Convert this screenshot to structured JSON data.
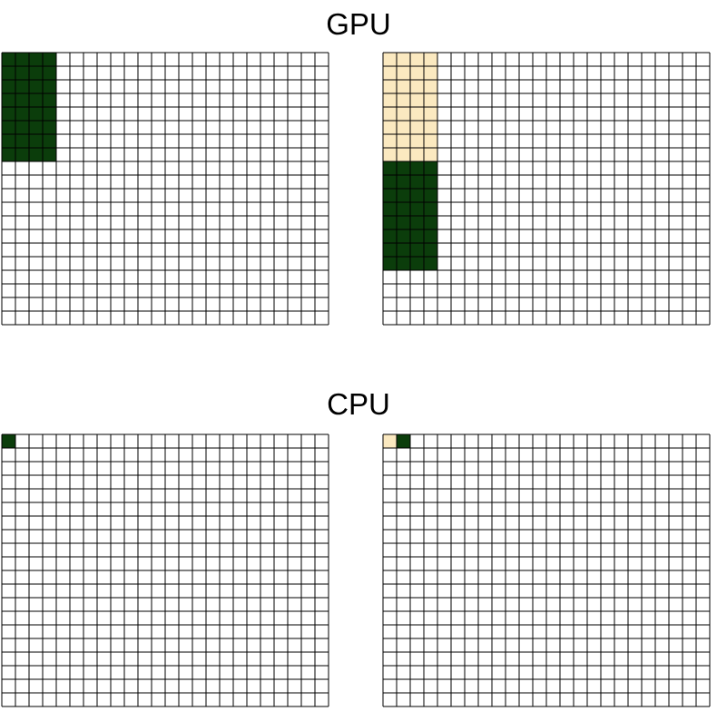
{
  "sections": {
    "gpu": {
      "title": "GPU"
    },
    "cpu": {
      "title": "CPU"
    }
  },
  "grid": {
    "cols": 24,
    "rows": 20
  },
  "colors": {
    "active": "#0b3d0b",
    "previous": "#fbe9c0",
    "empty": "#ffffff",
    "line": "#000000"
  },
  "grids": [
    {
      "id": "grid-gpu-left",
      "label": "gpu-step-1",
      "blocks": [
        {
          "col": 0,
          "row": 0,
          "w": 4,
          "h": 8,
          "state": "active"
        }
      ]
    },
    {
      "id": "grid-gpu-right",
      "label": "gpu-step-2",
      "blocks": [
        {
          "col": 0,
          "row": 0,
          "w": 4,
          "h": 8,
          "state": "previous"
        },
        {
          "col": 0,
          "row": 8,
          "w": 4,
          "h": 8,
          "state": "active"
        }
      ]
    },
    {
      "id": "grid-cpu-left",
      "label": "cpu-step-1",
      "blocks": [
        {
          "col": 0,
          "row": 0,
          "w": 1,
          "h": 1,
          "state": "active"
        }
      ]
    },
    {
      "id": "grid-cpu-right",
      "label": "cpu-step-2",
      "blocks": [
        {
          "col": 0,
          "row": 0,
          "w": 1,
          "h": 1,
          "state": "previous"
        },
        {
          "col": 1,
          "row": 0,
          "w": 1,
          "h": 1,
          "state": "active"
        }
      ]
    }
  ]
}
